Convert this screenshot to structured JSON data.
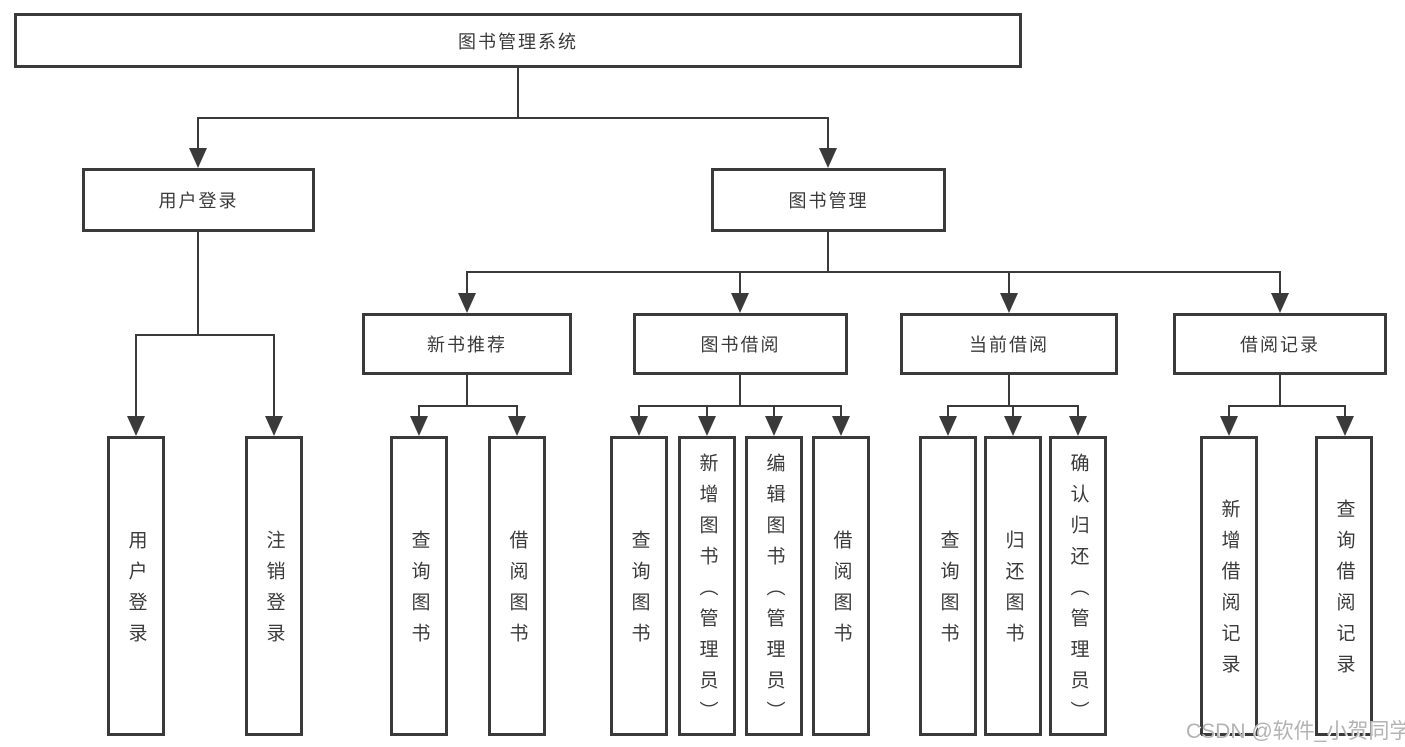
{
  "diagram": {
    "title": "图书管理系统",
    "type": "hierarchy-tree",
    "watermark": "CSDN @软件_小贺同学",
    "colors": {
      "line": "#3a3a3a",
      "text": "#3a3a3a",
      "watermark": "#b3b3b3",
      "background": "#ffffff"
    }
  },
  "nodes": {
    "root": {
      "label": "图书管理系统"
    },
    "user_login": {
      "label": "用户登录"
    },
    "book_mgmt": {
      "label": "图书管理"
    },
    "new_book_rec": {
      "label": "新书推荐"
    },
    "book_borrow": {
      "label": "图书借阅"
    },
    "current_borrow": {
      "label": "当前借阅"
    },
    "borrow_records": {
      "label": "借阅记录"
    },
    "leaf_user_login": {
      "label": "用户登录"
    },
    "leaf_logout": {
      "label": "注销登录"
    },
    "leaf_query_book_1": {
      "label": "查询图书"
    },
    "leaf_borrow_book_1": {
      "label": "借阅图书"
    },
    "leaf_query_book_2": {
      "label": "查询图书"
    },
    "leaf_add_book": {
      "label": "新增图书（管理员）"
    },
    "leaf_edit_book": {
      "label": "编辑图书（管理员）"
    },
    "leaf_borrow_book_2": {
      "label": "借阅图书"
    },
    "leaf_query_book_3": {
      "label": "查询图书"
    },
    "leaf_return_book": {
      "label": "归还图书"
    },
    "leaf_confirm_return": {
      "label": "确认归还（管理员）"
    },
    "leaf_add_record": {
      "label": "新增借阅记录"
    },
    "leaf_query_record": {
      "label": "查询借阅记录"
    }
  },
  "edges": [
    {
      "from": "图书管理系统",
      "to": "用户登录"
    },
    {
      "from": "图书管理系统",
      "to": "图书管理"
    },
    {
      "from": "用户登录",
      "to": "用户登录"
    },
    {
      "from": "用户登录",
      "to": "注销登录"
    },
    {
      "from": "图书管理",
      "to": "新书推荐"
    },
    {
      "from": "图书管理",
      "to": "图书借阅"
    },
    {
      "from": "图书管理",
      "to": "当前借阅"
    },
    {
      "from": "图书管理",
      "to": "借阅记录"
    },
    {
      "from": "新书推荐",
      "to": "查询图书"
    },
    {
      "from": "新书推荐",
      "to": "借阅图书"
    },
    {
      "from": "图书借阅",
      "to": "查询图书"
    },
    {
      "from": "图书借阅",
      "to": "新增图书（管理员）"
    },
    {
      "from": "图书借阅",
      "to": "编辑图书（管理员）"
    },
    {
      "from": "图书借阅",
      "to": "借阅图书"
    },
    {
      "from": "当前借阅",
      "to": "查询图书"
    },
    {
      "from": "当前借阅",
      "to": "归还图书"
    },
    {
      "from": "当前借阅",
      "to": "确认归还（管理员）"
    },
    {
      "from": "借阅记录",
      "to": "新增借阅记录"
    },
    {
      "from": "借阅记录",
      "to": "查询借阅记录"
    }
  ]
}
